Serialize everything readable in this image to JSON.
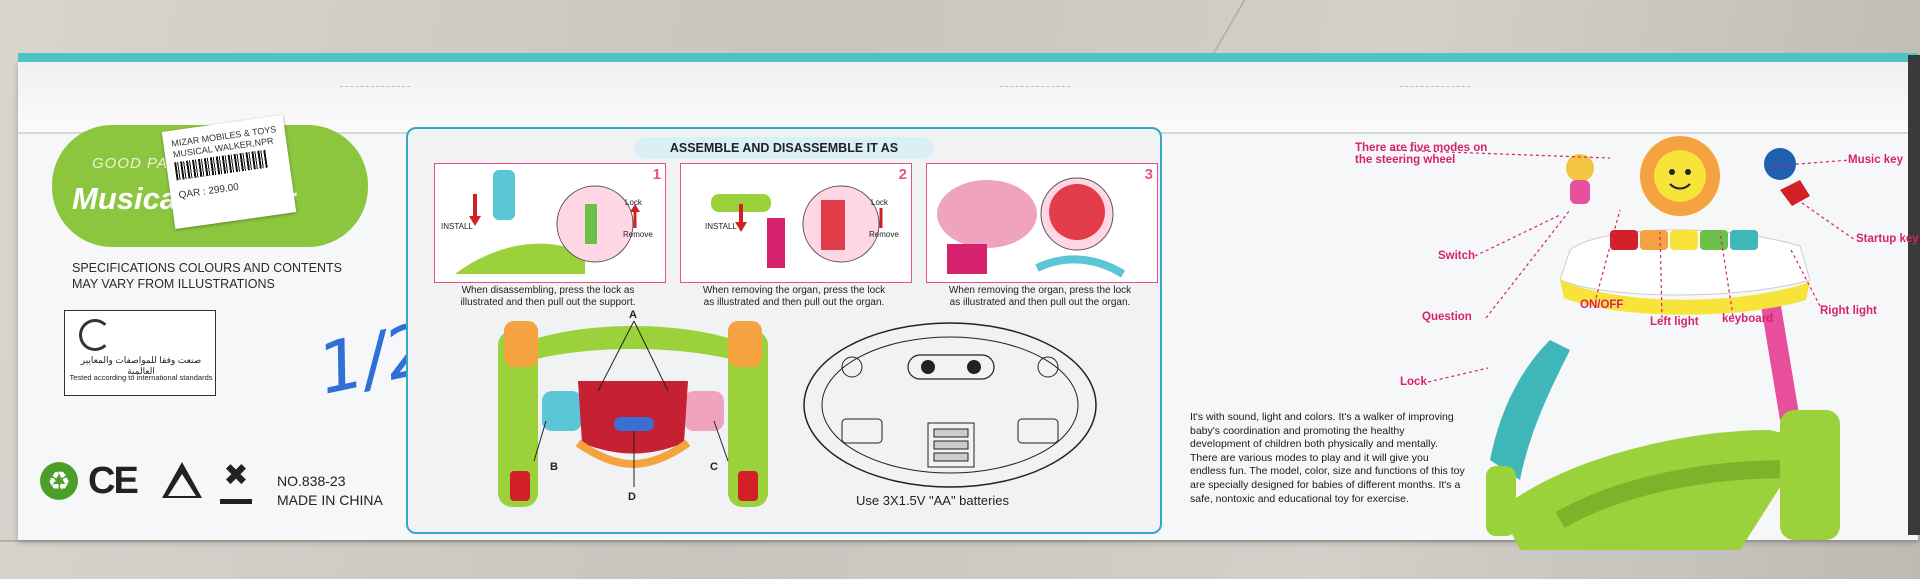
{
  "brand": {
    "tagline": "GOOD PA     ROWTH",
    "product_name": "Musical Walker"
  },
  "sticker": {
    "line1": "MIZAR MOBILES & TOYS",
    "line2": "MUSICAL WALKER,NPR",
    "price": "QAR : 299.00"
  },
  "specifications": {
    "line1": "SPECIFICATIONS COLOURS AND CONTENTS",
    "line2": "MAY VARY FROM ILLUSTRATIONS"
  },
  "certification": {
    "arabic": "صنعت وفقا للمواصفات والمعايير العالمية",
    "english": "Tested according to international standards"
  },
  "marks": {
    "ce": "CE",
    "model_no": "NO.838-23",
    "origin": "MADE IN CHINA"
  },
  "handwriting": "1/2",
  "assembly": {
    "title": "ASSEMBLE AND DISASSEMBLE IT AS ILLUSTRATED",
    "steps": [
      {
        "num": "1",
        "install": "INSTALL",
        "lock": "Lock",
        "remove": "Remove",
        "caption_l1": "When disassembling, press the lock as",
        "caption_l2": "illustrated and then pull out the support."
      },
      {
        "num": "2",
        "install": "INSTALL",
        "lock": "Lock",
        "remove": "Remove",
        "caption_l1": "When removing the organ, press the lock",
        "caption_l2": "as illustrated and then pull out the organ."
      },
      {
        "num": "3",
        "caption_l1": "When removing the organ, press the lock",
        "caption_l2": "as illustrated and then pull out the organ."
      }
    ],
    "labels": {
      "a": "A",
      "b": "B",
      "c": "C",
      "d": "D"
    },
    "battery_note": "Use 3X1.5V \"AA\" batteries"
  },
  "description": "It's with sound, light and colors. It's a walker of improving baby's coordination and promoting the healthy development of children both physically and mentally. There are various modes to play and it will give you endless fun. The model, color, size and functions of this toy are specially designed for babies of different months. It's a safe, nontoxic and educational toy for exercise.",
  "callouts": {
    "modes_l1": "There are five modes on",
    "modes_l2": "the steering wheel",
    "music_key": "Music key",
    "startup_key": "Startup key",
    "switch": "Switch",
    "question": "Question",
    "on_off": "ON/OFF",
    "left_light": "Left light",
    "keyboard": "keyboard",
    "right_light": "Right light",
    "lock": "Lock"
  },
  "colors": {
    "brand_green": "#8cc63f",
    "panel_border": "#33a7c9",
    "callout_pink": "#d6226e",
    "box_stripe": "#4ec3c6"
  }
}
